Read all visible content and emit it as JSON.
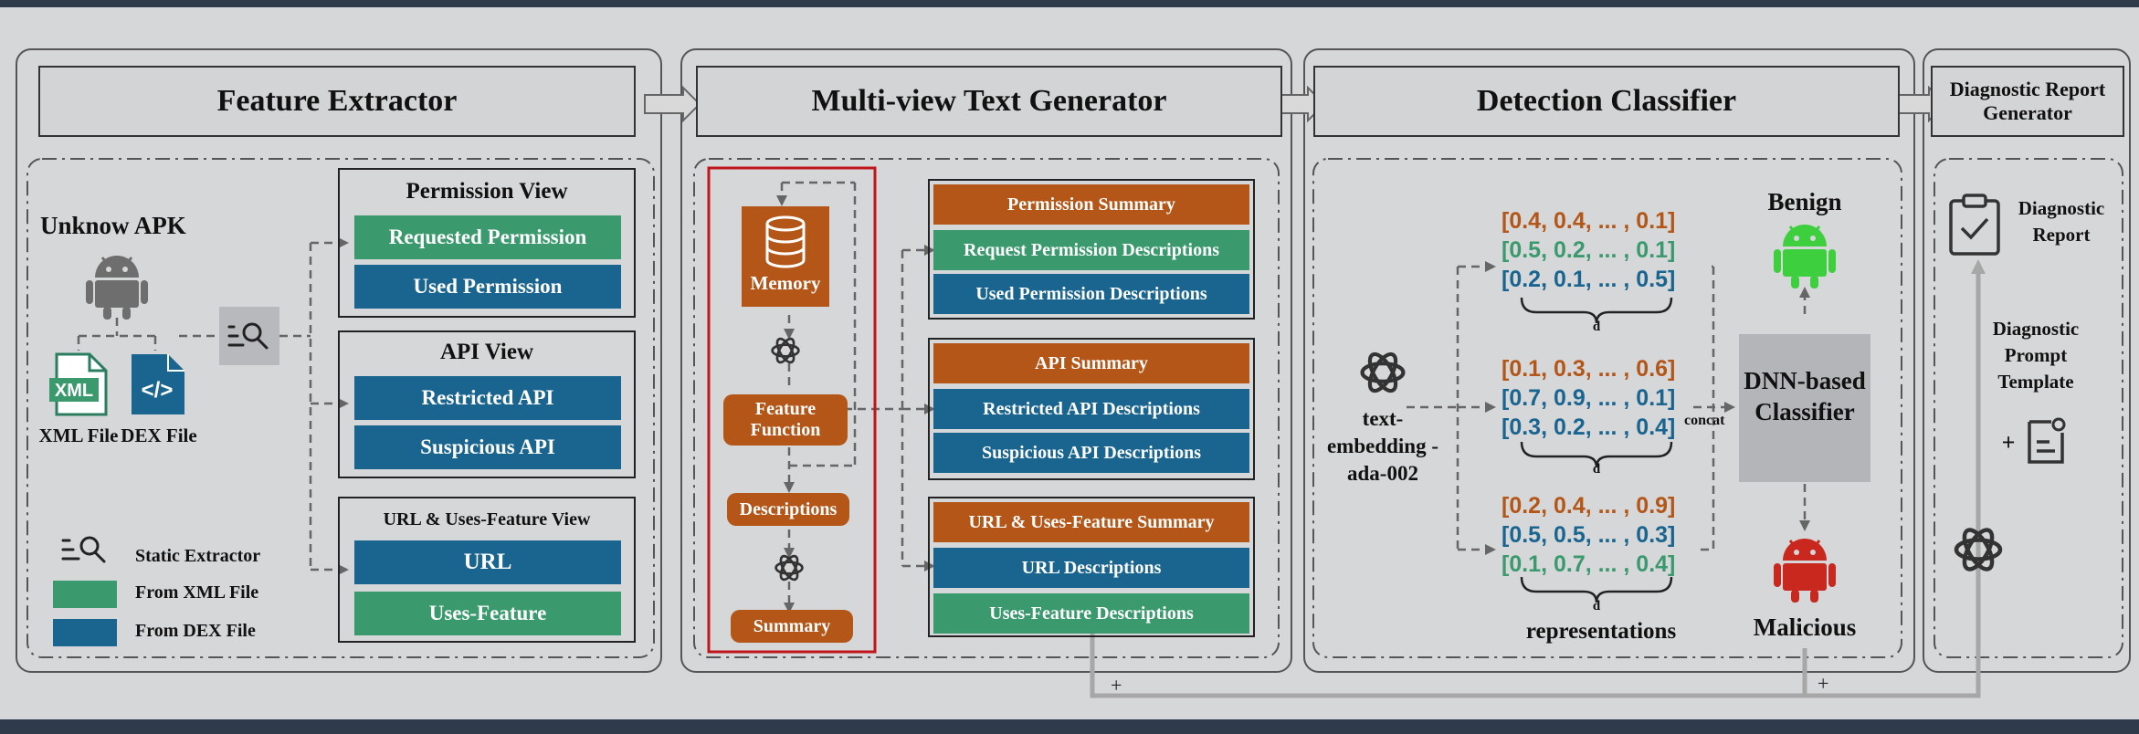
{
  "panels": {
    "feature_extractor": "Feature Extractor",
    "text_generator": "Multi-view Text Generator",
    "classifier": "Detection Classifier",
    "report_generator": "Diagnostic Report Generator"
  },
  "extractor": {
    "apk_label": "Unknow APK",
    "xml_file": "XML File",
    "dex_file": "DEX File",
    "xml_icon_text": "XML",
    "dex_icon_text": "</>",
    "permission_view": {
      "title": "Permission View",
      "items": [
        "Requested Permission",
        "Used Permission"
      ]
    },
    "api_view": {
      "title": "API View",
      "items": [
        "Restricted API",
        "Suspicious API"
      ]
    },
    "url_view": {
      "title": "URL & Uses-Feature View",
      "items": [
        "URL",
        "Uses-Feature"
      ]
    },
    "legend": {
      "static": "Static Extractor",
      "xml": "From XML File",
      "dex": "From DEX File"
    }
  },
  "generator": {
    "memory": "Memory",
    "feature_function": "Feature Function",
    "descriptions": "Descriptions",
    "summary": "Summary",
    "groups": [
      {
        "items": [
          "Permission Summary",
          "Request Permission Descriptions",
          "Used Permission Descriptions"
        ]
      },
      {
        "items": [
          "API Summary",
          "Restricted API Descriptions",
          "Suspicious API Descriptions"
        ]
      },
      {
        "items": [
          "URL & Uses-Feature Summary",
          "URL Descriptions",
          "Uses-Feature Descriptions"
        ]
      }
    ]
  },
  "classifier": {
    "embedding_model": "text-embedding -ada-002",
    "vectors": [
      [
        "[0.4, 0.4, ... , 0.1]",
        "[0.5, 0.2, ... , 0.1]",
        "[0.2, 0.1, ... , 0.5]"
      ],
      [
        "[0.1, 0.3, ... , 0.6]",
        "[0.7, 0.9, ... , 0.1]",
        "[0.3, 0.2, ... , 0.4]"
      ],
      [
        "[0.2, 0.4, ... , 0.9]",
        "[0.5, 0.5, ... , 0.3]",
        "[0.1, 0.7, ... , 0.4]"
      ]
    ],
    "dim_label": "d",
    "concat_label": "concat",
    "representations_label": "representations",
    "dnn_label": "DNN-based Classifier",
    "benign": "Benign",
    "malicious": "Malicious"
  },
  "report": {
    "diagnostic_report": "Diagnostic Report",
    "prompt_template": "Diagnostic Prompt Template",
    "plus": "+"
  },
  "colors": {
    "green": "#3a9a6e",
    "blue": "#1a6590",
    "orange": "#b35618",
    "red_frame": "#c0151b",
    "android_green": "#3ecf3e",
    "android_red": "#c8281e"
  }
}
